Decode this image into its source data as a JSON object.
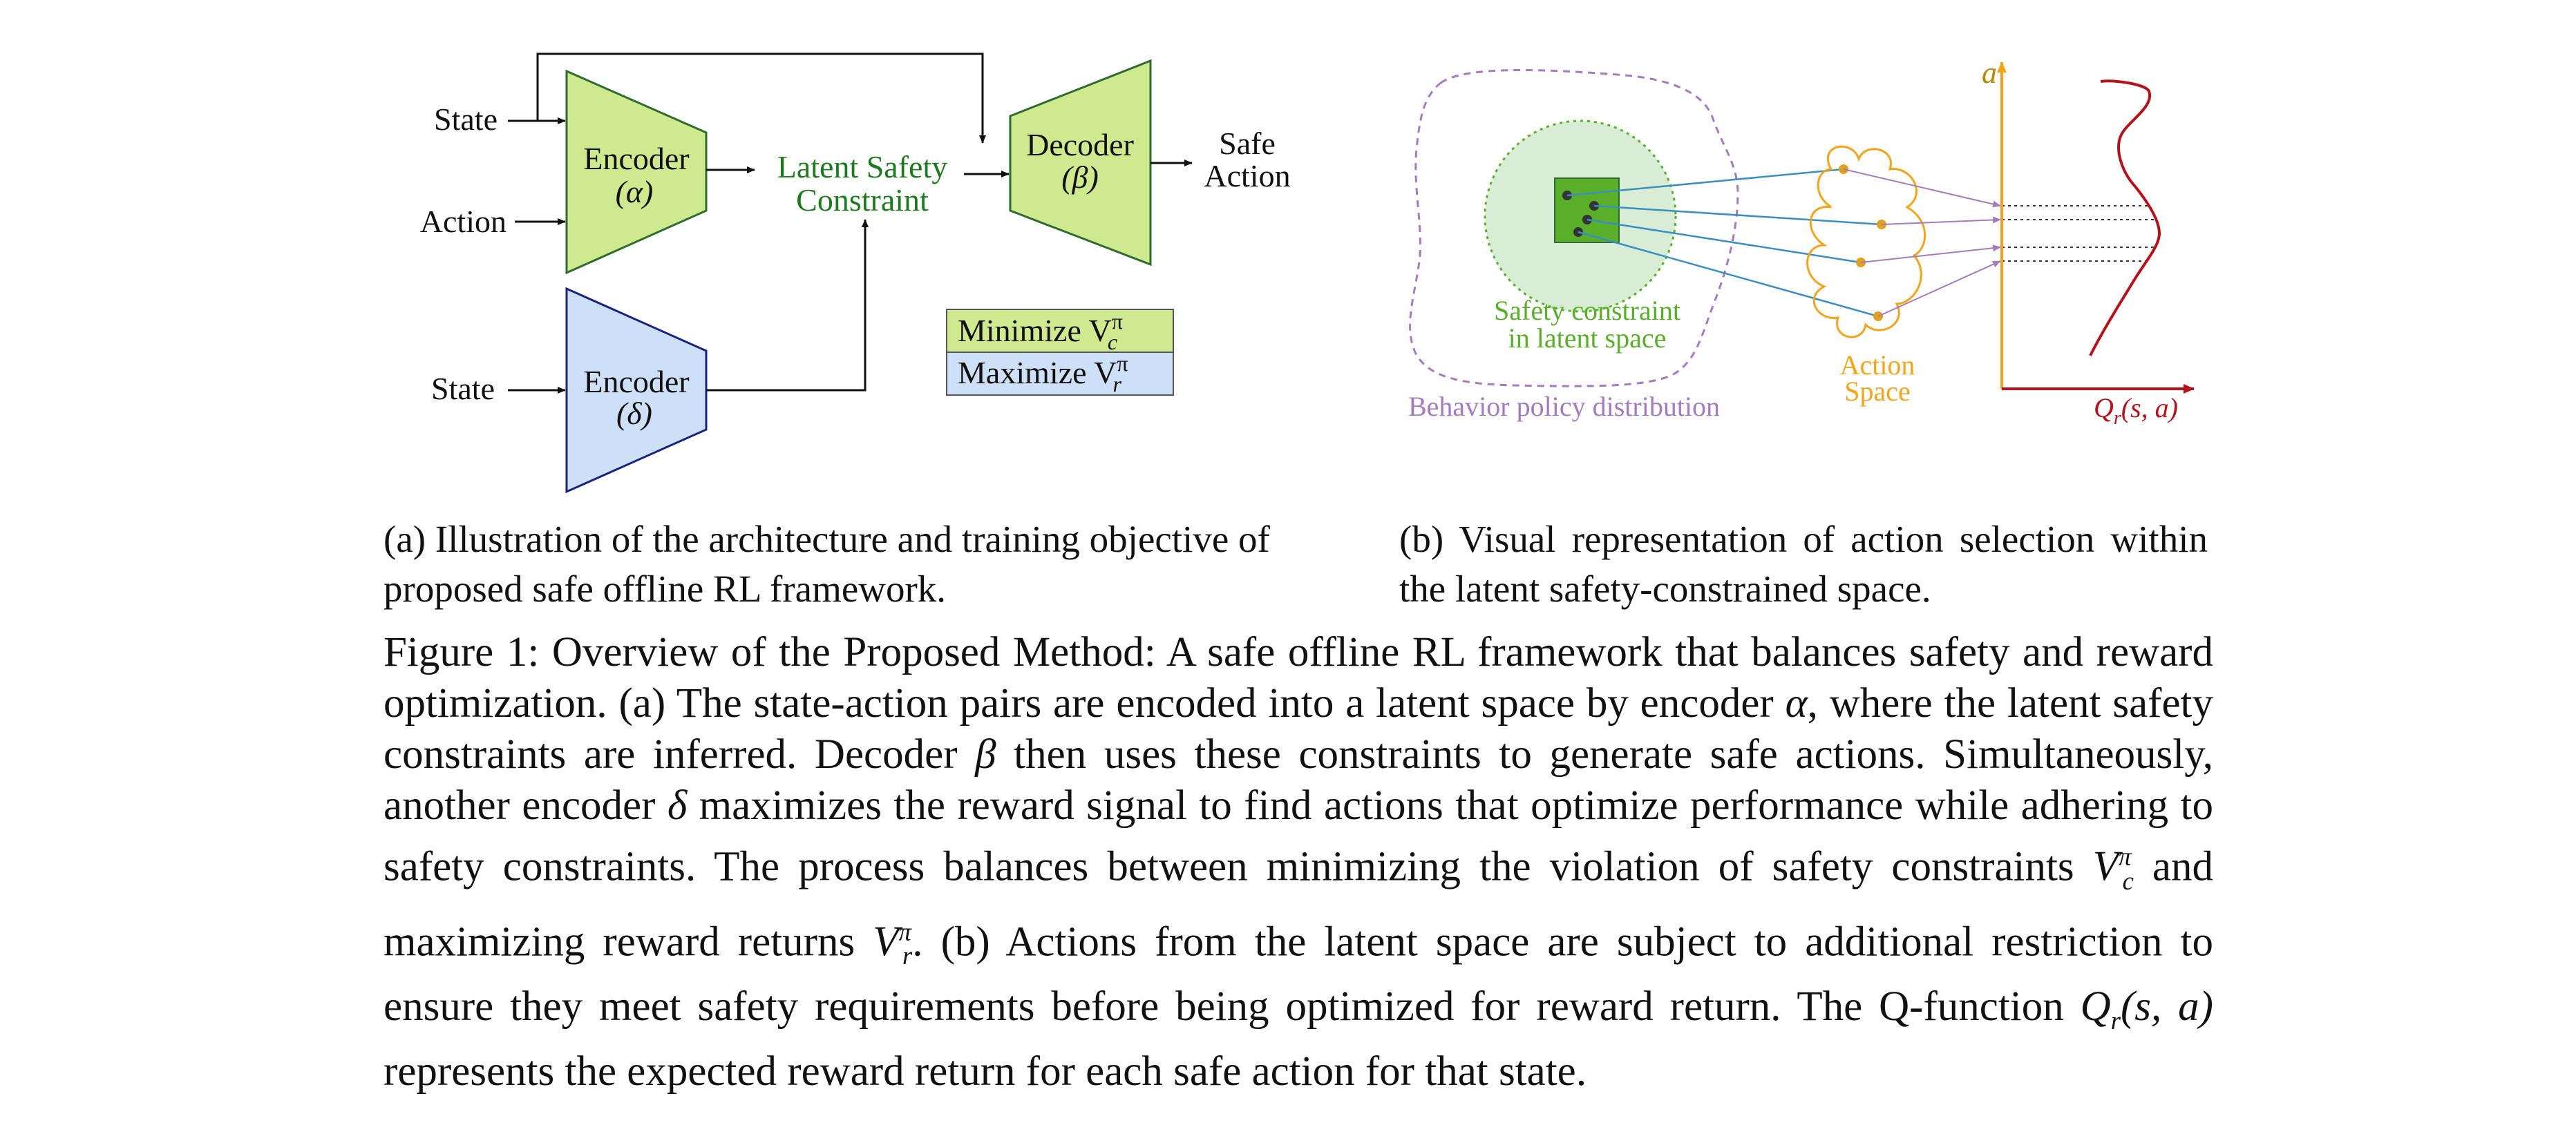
{
  "panel_a": {
    "labels": {
      "state_top": "State",
      "action": "Action",
      "state_bottom": "State",
      "encoder_alpha_title": "Encoder",
      "encoder_alpha_sym": "(α)",
      "encoder_delta_title": "Encoder",
      "encoder_delta_sym": "(δ)",
      "decoder_title": "Decoder",
      "decoder_sym": "(β)",
      "latent_line1": "Latent Safety",
      "latent_line2": "Constraint",
      "safe_line1": "Safe",
      "safe_line2": "Action",
      "minimize": "Minimize V",
      "minimize_sub": "c",
      "maximize": "Maximize V",
      "maximize_sub": "r",
      "pi": "π"
    },
    "colors": {
      "green_fill": "#cfe98f",
      "green_stroke": "#2e6b2e",
      "blue_fill": "#cde0f7",
      "blue_stroke": "#1a237e",
      "latent_text": "#1e7a1e"
    }
  },
  "panel_b": {
    "labels": {
      "axis_a": "a",
      "safety_line1": "Safety constraint",
      "safety_line2": "in latent space",
      "behavior": "Behavior policy distribution",
      "action_line1": "Action",
      "action_line2": "Space",
      "q_axis": "Q",
      "q_sub": "r",
      "q_args": "(s, a)"
    },
    "colors": {
      "purple": "#a47bbf",
      "latent_green": "#5aaf2a",
      "circle_fill": "#d9ecd6",
      "orange": "#f2a51a",
      "red": "#b5121b",
      "blue_line": "#3a8fc2"
    }
  },
  "captions": {
    "a": "(a) Illustration of the architecture and training objective of proposed safe offline RL framework.",
    "b": "(b) Visual representation of action selection within the latent safety-constrained space."
  },
  "figure_caption": {
    "label": "Figure 1:",
    "p1": " Overview of the Proposed Method: A safe offline RL framework that balances safety and reward optimization. (a) The state-action pairs are encoded into a latent space by encoder ",
    "alpha": "α",
    "p2": ", where the latent safety constraints are inferred. Decoder ",
    "beta": "β",
    "p3": " then uses these constraints to generate safe actions. Simultaneously, another encoder ",
    "delta": "δ",
    "p4": " maximizes the reward signal to find actions that optimize performance while adhering to safety constraints. The process balances between minimizing the violation of safety constraints ",
    "vc": "V",
    "vc_sub": "c",
    "pi": "π",
    "p5": " and maximizing reward returns ",
    "vr": "V",
    "vr_sub": "r",
    "p6": ". (b) Actions from the latent space are subject to additional restriction to ensure they meet safety requirements before being optimized for reward return. The Q-function ",
    "q": "Q",
    "q_sub": "r",
    "q_args": "(s, a)",
    "p7": " represents the expected reward return for each safe action for that state."
  }
}
